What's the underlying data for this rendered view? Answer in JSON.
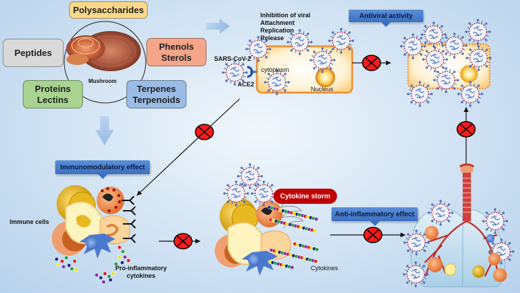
{
  "compounds": {
    "center_label": "Mushroom",
    "items": [
      {
        "name": "Polysaccharides",
        "color": "#fbd98a"
      },
      {
        "name": "Peptides",
        "color": "#d9d9d9"
      },
      {
        "name": "Phenols\nSterols",
        "color": "#f4a58a"
      },
      {
        "name": "Proteins\nLectins",
        "color": "#a8d390"
      },
      {
        "name": "Terpenes\nTerpenoids",
        "color": "#9bbce6"
      }
    ]
  },
  "viral": {
    "inhibition_text": "Inhibition of viral\nAttachment\nReplication\nRelease",
    "virus_label": "SARS-CoV-2",
    "receptor_label": "ACE2",
    "cytoplasm_label": "cytoplasm",
    "nucleus_label": "Nucleus"
  },
  "labels": {
    "antiviral": "Antiviral activity",
    "immunomodulatory": "Immunomodulatory effect",
    "anti_inflammatory": "Anti-inflammatory effect",
    "cytokine_storm": "Cytokine storm",
    "immune_cells": "Immune cells",
    "pro_inflammatory": "Pro-inflammatory\ncytokines",
    "cytokines": "Cytokines"
  },
  "colors": {
    "inhibitor": "#ff0000",
    "label_blue": "#4a7fd0",
    "storm_red": "#c00000",
    "cell_orange": "#f08a30",
    "virus_blue": "#6680c0"
  }
}
